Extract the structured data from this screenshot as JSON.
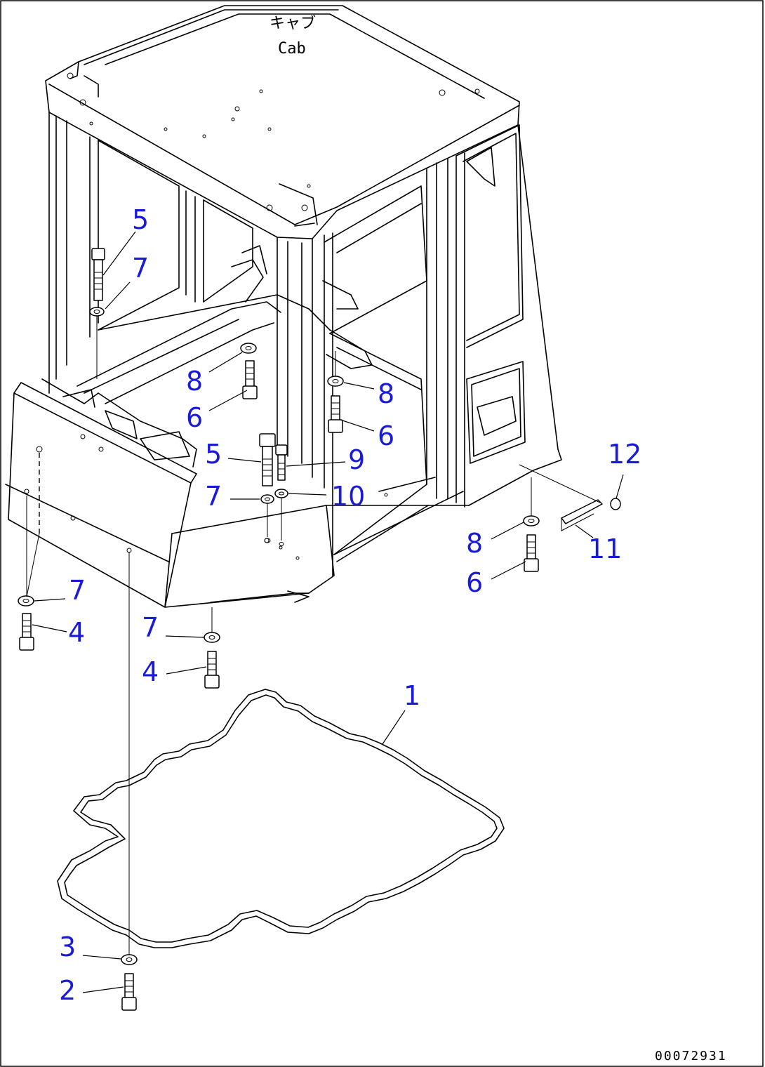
{
  "title": {
    "jp": "キャブ",
    "en": "Cab"
  },
  "drawing_code": "00072931",
  "callouts": [
    {
      "id": "c5a",
      "label": "5"
    },
    {
      "id": "c7a",
      "label": "7"
    },
    {
      "id": "c8a",
      "label": "8"
    },
    {
      "id": "c6a",
      "label": "6"
    },
    {
      "id": "c8b",
      "label": "8"
    },
    {
      "id": "c6b",
      "label": "6"
    },
    {
      "id": "c5b",
      "label": "5"
    },
    {
      "id": "c9",
      "label": "9"
    },
    {
      "id": "c7b",
      "label": "7"
    },
    {
      "id": "c10",
      "label": "10"
    },
    {
      "id": "c12",
      "label": "12"
    },
    {
      "id": "c11",
      "label": "11"
    },
    {
      "id": "c8c",
      "label": "8"
    },
    {
      "id": "c6c",
      "label": "6"
    },
    {
      "id": "c7c",
      "label": "7"
    },
    {
      "id": "c4a",
      "label": "4"
    },
    {
      "id": "c7d",
      "label": "7"
    },
    {
      "id": "c4b",
      "label": "4"
    },
    {
      "id": "c1",
      "label": "1"
    },
    {
      "id": "c3",
      "label": "3"
    },
    {
      "id": "c2",
      "label": "2"
    }
  ]
}
